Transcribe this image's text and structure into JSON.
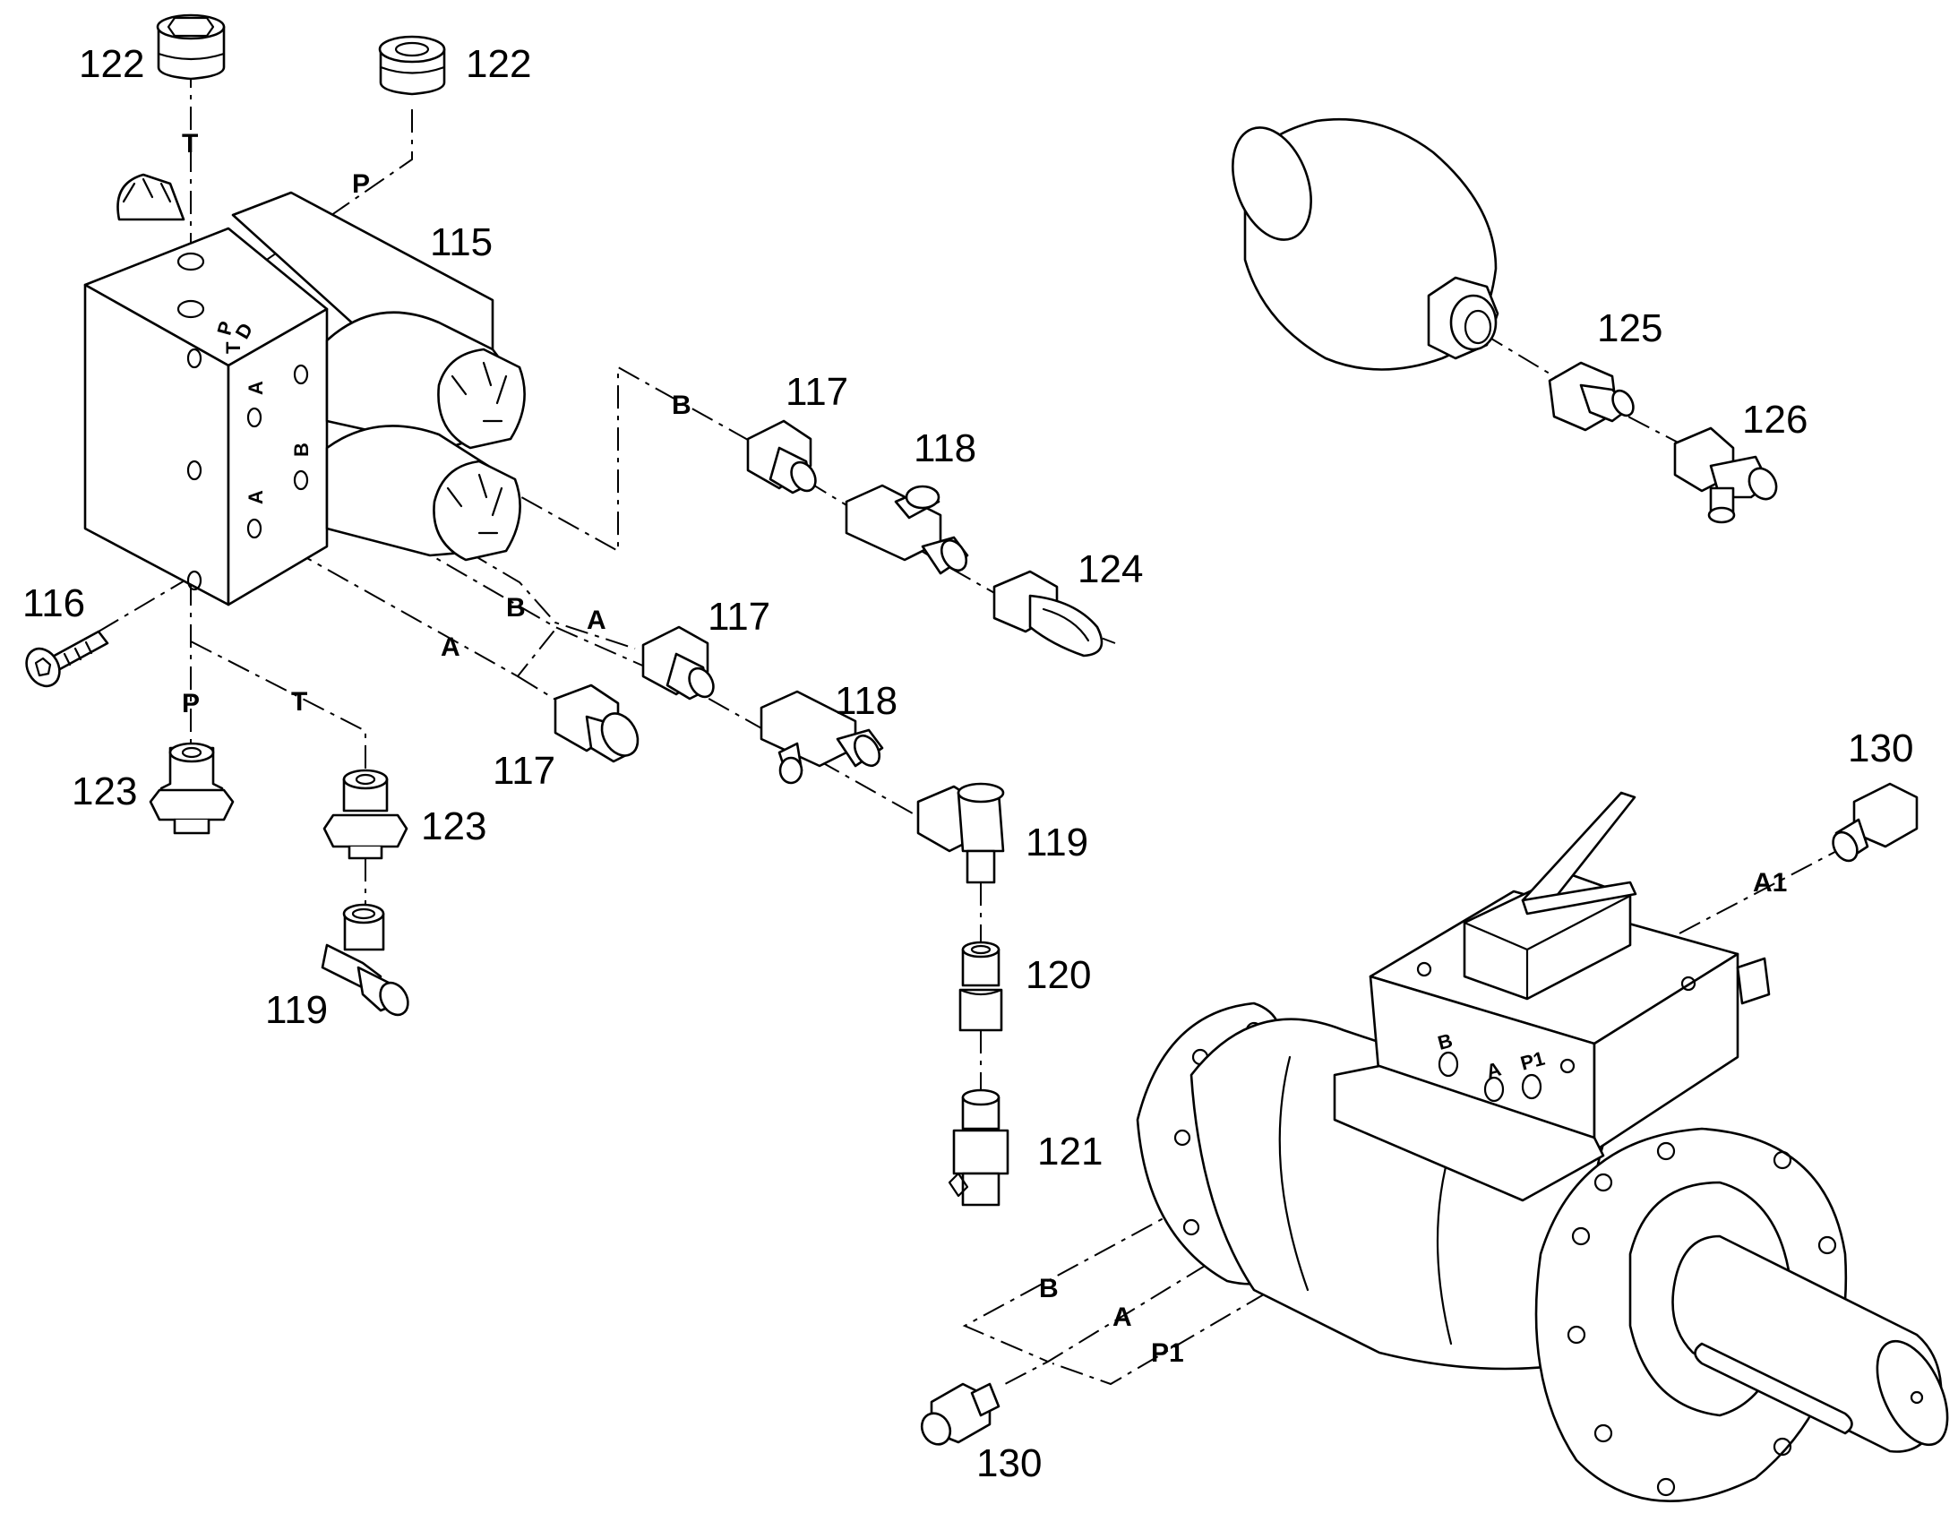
{
  "part_numbers": {
    "p115": "115",
    "p116": "116",
    "p117": "117",
    "p118": "118",
    "p119": "119",
    "p120": "120",
    "p121": "121",
    "p122": "122",
    "p123": "123",
    "p124": "124",
    "p125": "125",
    "p126": "126",
    "p130": "130"
  },
  "port_labels": {
    "T": "T",
    "P": "P",
    "A": "A",
    "B": "B",
    "A1": "A1",
    "P1": "P1"
  }
}
